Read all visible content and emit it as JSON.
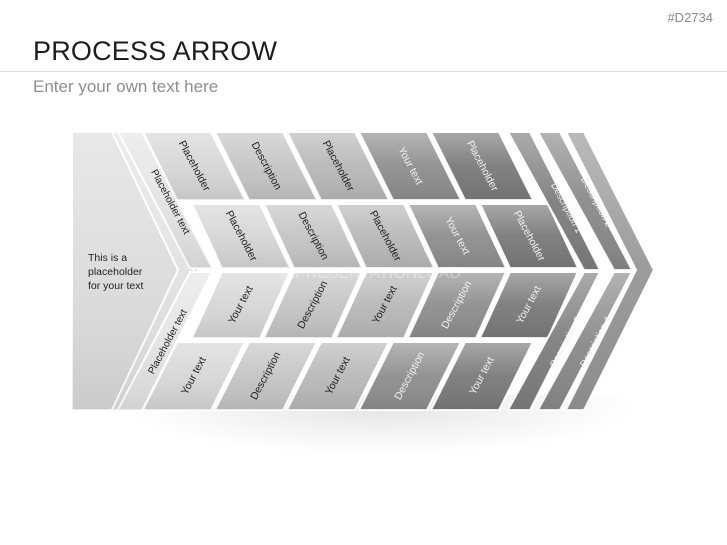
{
  "header": {
    "slide_id": "#D2734",
    "title": "PROCESS ARROW",
    "subtitle": "Enter your own text here"
  },
  "diagram": {
    "lead_text": [
      "This is a",
      "placeholder",
      "for your text"
    ],
    "diagonal_upper": "Placeholder text",
    "diagonal_lower": "Placeholder text",
    "top_row": [
      "Placeholder",
      "Description",
      "Placeholder",
      "Your text",
      "Placeholder"
    ],
    "upper_row": [
      "Placeholder",
      "Description",
      "Placeholder",
      "Your text",
      "Placeholder"
    ],
    "lower_row": [
      "Your text",
      "Description",
      "Your text",
      "Description",
      "Your text"
    ],
    "bottom_row": [
      "Your text",
      "Description",
      "Your text",
      "Description",
      "Your text"
    ],
    "right_strips": [
      "Description 1",
      "Description 2",
      "Description 3",
      "Description 4"
    ],
    "watermark": "© PRESENTATIONLOAD",
    "column_colors": [
      "#d6d6d6",
      "#c4c4c4",
      "#b8b8b8",
      "#a6a6a6",
      "#8e8e8e",
      "#7a7a7a"
    ]
  }
}
